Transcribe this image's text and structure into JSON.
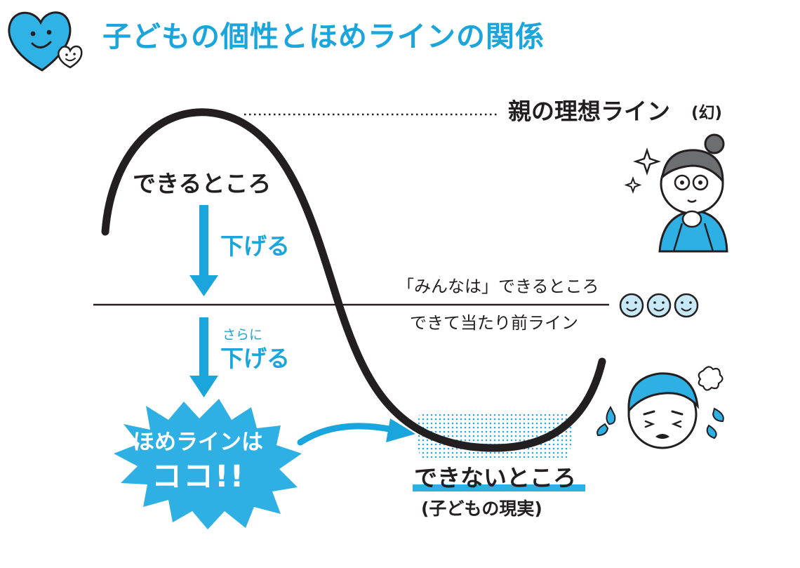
{
  "title": "子どもの個性とほめラインの関係",
  "labels": {
    "parent_ideal_line": "親の理想ライン",
    "parent_ideal_note": "(幻)",
    "can_do": "できるところ",
    "lower": "下げる",
    "further": "さらに",
    "lower_again": "下げる",
    "everyone_can": "「みんなは」できるところ",
    "taken_for_granted": "できて当たり前ライン",
    "praise_line": "ほめラインは",
    "praise_here": "ココ!!",
    "cannot_do": "できないところ",
    "child_reality": "(子どもの現実)"
  },
  "colors": {
    "accent": "#1aa5dd",
    "ink": "#231f20",
    "light_blue": "#c7e8f7"
  },
  "icons": [
    "heart-mascot-icon",
    "parent-sparkle-icon",
    "smiley-face-icon",
    "worried-child-icon",
    "arrow-down-icon",
    "curved-arrow-icon"
  ]
}
